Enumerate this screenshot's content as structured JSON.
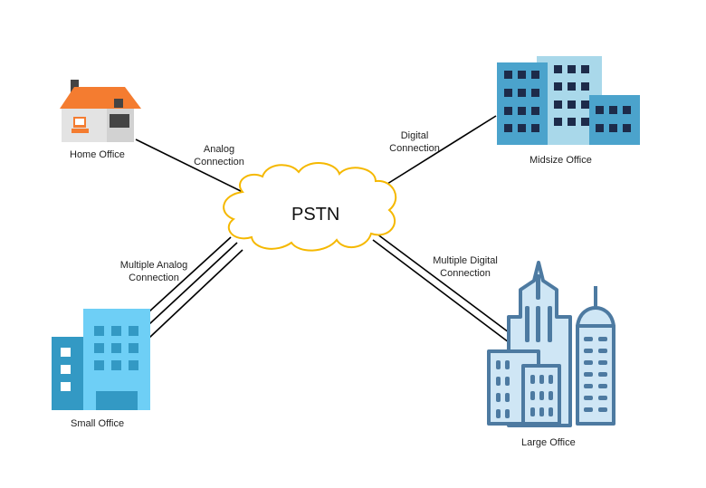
{
  "cloud": {
    "label": "PSTN",
    "stroke": "#f5b800"
  },
  "nodes": {
    "home": {
      "label": "Home Office"
    },
    "midsize": {
      "label": "Midsize Office"
    },
    "small": {
      "label": "Small Office"
    },
    "large": {
      "label": "Large Office"
    }
  },
  "connections": {
    "home": {
      "line1": "Analog",
      "line2": "Connection",
      "count": 1
    },
    "midsize": {
      "line1": "Digital",
      "line2": "Connection",
      "count": 1
    },
    "small": {
      "line1": "Multiple Analog",
      "line2": "Connection",
      "count": 3
    },
    "large": {
      "line1": "Multiple Digital",
      "line2": "Connection",
      "count": 2
    }
  },
  "colors": {
    "house_roof": "#f47c30",
    "midsize_blue": "#4ba3cc",
    "small_blue": "#6ecff6",
    "large_blue": "#4d7aa1"
  }
}
